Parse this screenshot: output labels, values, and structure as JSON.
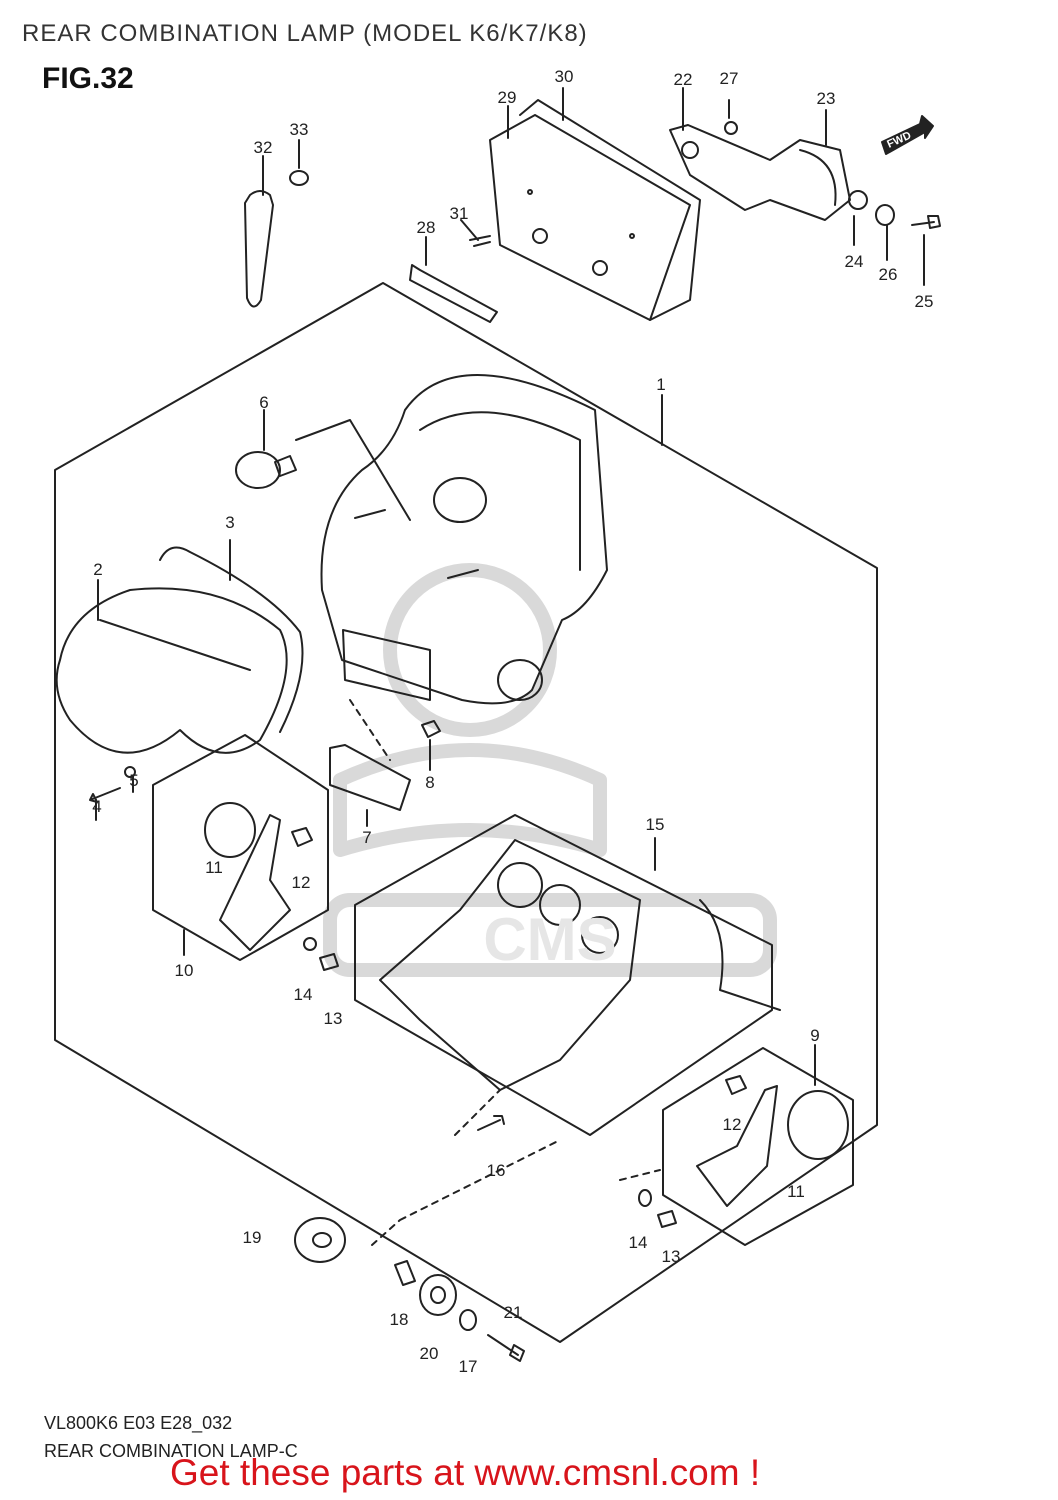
{
  "title": "REAR COMBINATION LAMP (MODEL K6/K7/K8)",
  "figure_label": "FIG.32",
  "footer": {
    "code": "VL800K6 E03 E28_032",
    "subtitle": "REAR COMBINATION LAMP-C",
    "cta": "Get these parts at www.cmsnl.com !"
  },
  "fwd_label": "FWD",
  "watermark_text": "CMS",
  "colors": {
    "cta": "#d8141b",
    "line": "#222222",
    "watermark": "#d9d9d9"
  },
  "callouts": [
    "1",
    "2",
    "3",
    "4",
    "5",
    "6",
    "7",
    "8",
    "9",
    "10",
    "11",
    "11",
    "12",
    "12",
    "13",
    "13",
    "14",
    "14",
    "15",
    "16",
    "17",
    "18",
    "19",
    "20",
    "21",
    "22",
    "23",
    "24",
    "25",
    "26",
    "27",
    "28",
    "29",
    "30",
    "31",
    "32",
    "33"
  ]
}
